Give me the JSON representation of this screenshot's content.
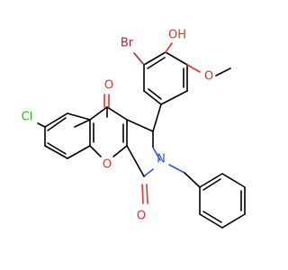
{
  "atoms": {
    "o_top": "O",
    "o_ring": "O",
    "o_right": "O",
    "n": "N",
    "cl": "Cl",
    "br": "Br",
    "oh": "OH",
    "o_methoxy": "O"
  },
  "colors": {
    "carbon": "#000000",
    "oxygen": "#e8302a",
    "nitrogen": "#3050f8",
    "chlorine": "#1fbf1f",
    "bromine": "#a62929"
  }
}
